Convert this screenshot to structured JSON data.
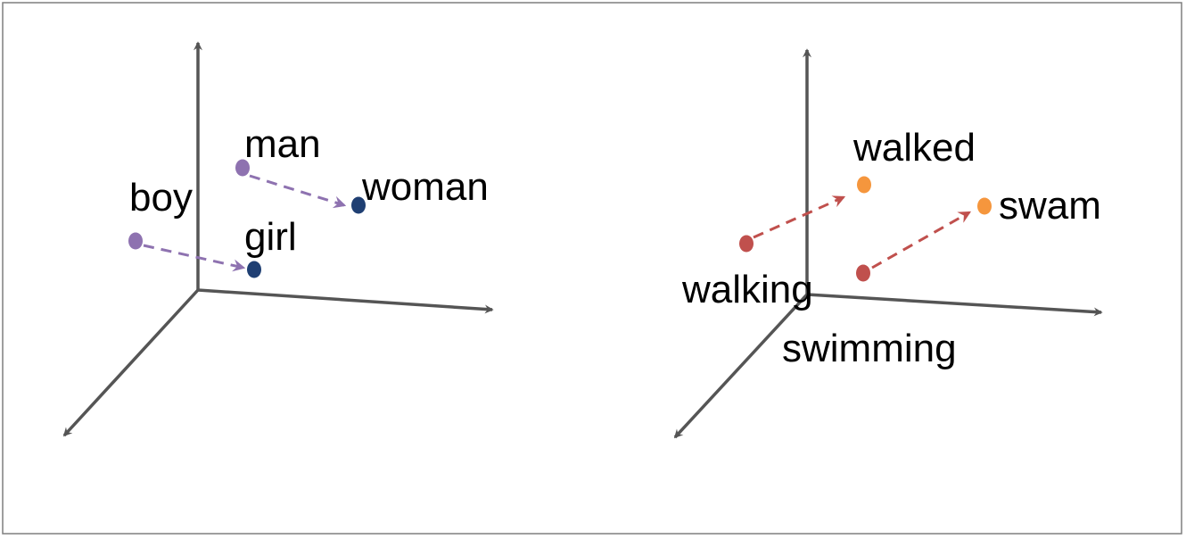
{
  "colors": {
    "border": "#7f7f7f",
    "axis": "#555555",
    "gender_arrow": "#8e72b0",
    "tense_arrow": "#c0504d",
    "point_purple": "#8e72b0",
    "point_navy": "#1f3f73",
    "point_red": "#c0504d",
    "point_orange": "#f5963d"
  },
  "panels": [
    {
      "id": "gender",
      "words": [
        {
          "id": "man",
          "label": "man",
          "color": "point_purple"
        },
        {
          "id": "woman",
          "label": "woman",
          "color": "point_navy"
        },
        {
          "id": "boy",
          "label": "boy",
          "color": "point_purple"
        },
        {
          "id": "girl",
          "label": "girl",
          "color": "point_navy"
        }
      ],
      "relations": [
        {
          "from": "man",
          "to": "woman",
          "color": "gender_arrow"
        },
        {
          "from": "boy",
          "to": "girl",
          "color": "gender_arrow"
        }
      ]
    },
    {
      "id": "tense",
      "words": [
        {
          "id": "walked",
          "label": "walked",
          "color": "point_orange"
        },
        {
          "id": "swam",
          "label": "swam",
          "color": "point_orange"
        },
        {
          "id": "walking",
          "label": "walking",
          "color": "point_red"
        },
        {
          "id": "swimming",
          "label": "swimming",
          "color": "point_red"
        }
      ],
      "relations": [
        {
          "from": "walking",
          "to": "walked",
          "color": "tense_arrow"
        },
        {
          "from": "swimming",
          "to": "swam",
          "color": "tense_arrow"
        }
      ]
    }
  ]
}
